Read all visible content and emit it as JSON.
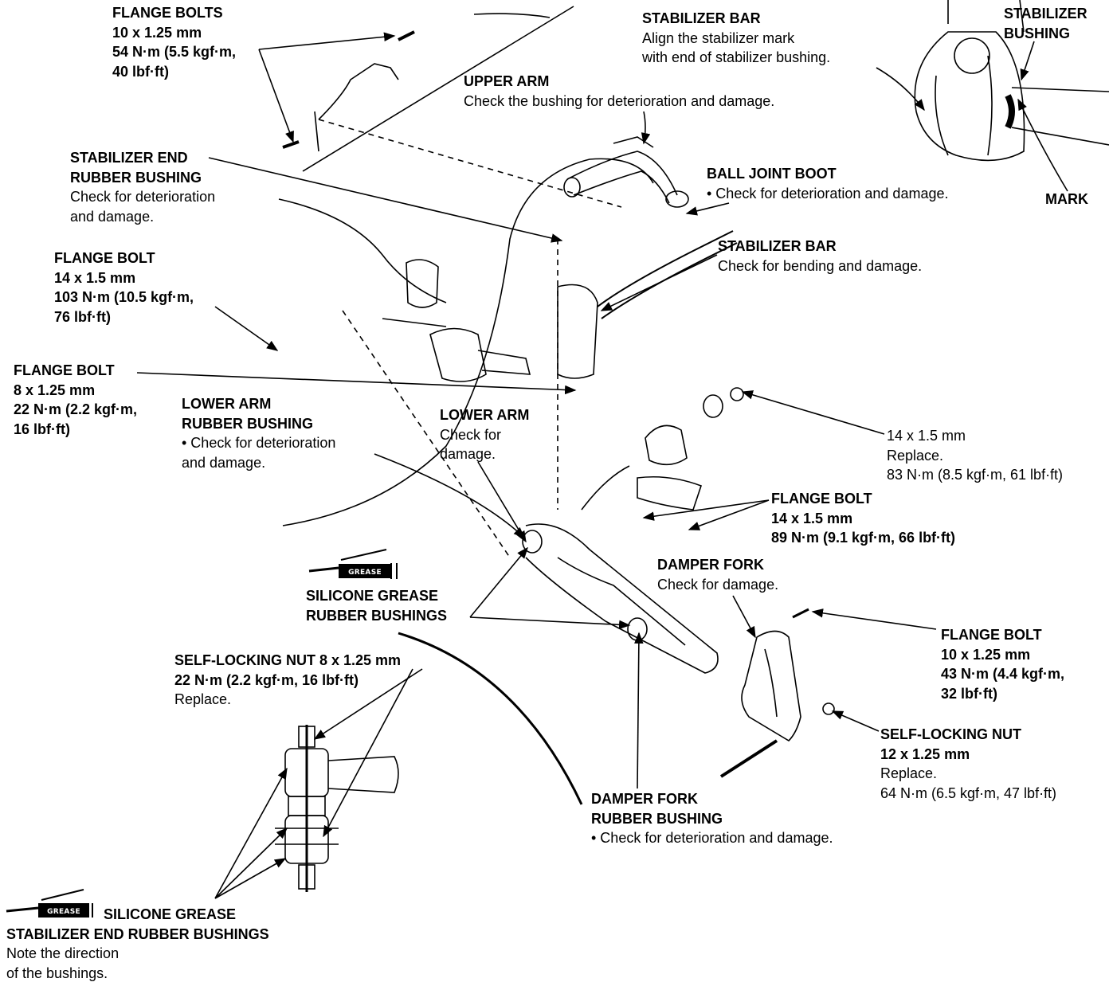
{
  "labels": {
    "flange_bolts_top": {
      "lines": [
        "FLANGE BOLTS",
        "10 x 1.25 mm",
        "54 N·m (5.5 kgf·m,",
        "40 lbf·ft)"
      ]
    },
    "stab_bar_align": {
      "lines": [
        "STABILIZER BAR",
        "Align the stabilizer mark",
        "with end of stabilizer bushing."
      ]
    },
    "stab_bushing": {
      "lines": [
        "STABILIZER",
        "BUSHING"
      ]
    },
    "upper_arm": {
      "lines": [
        "UPPER ARM",
        "Check the bushing for deterioration and damage."
      ]
    },
    "stab_end_rubber": {
      "lines": [
        "STABILIZER END",
        "RUBBER BUSHING",
        "Check for deterioration",
        "and damage."
      ]
    },
    "ball_joint_boot": {
      "lines": [
        "BALL JOINT BOOT",
        "• Check for deterioration and damage."
      ]
    },
    "mark": {
      "lines": [
        "MARK"
      ]
    },
    "stab_bar_check": {
      "lines": [
        "STABILIZER BAR",
        "Check for bending and damage."
      ]
    },
    "flange_bolt_14_103": {
      "lines": [
        "FLANGE BOLT",
        "14 x 1.5 mm",
        "103 N·m (10.5 kgf·m,",
        "76 lbf·ft)"
      ]
    },
    "flange_bolt_8_22": {
      "lines": [
        "FLANGE BOLT",
        "8 x 1.25 mm",
        "22 N·m (2.2 kgf·m,",
        "16 lbf·ft)"
      ]
    },
    "lower_arm_rubber": {
      "lines": [
        "LOWER ARM",
        "RUBBER BUSHING",
        "• Check for deterioration",
        "  and damage."
      ]
    },
    "lower_arm": {
      "lines": [
        "LOWER ARM",
        "Check for",
        "damage."
      ]
    },
    "nut_14_83": {
      "lines": [
        "14 x 1.5 mm",
        "Replace.",
        "83 N·m (8.5 kgf·m, 61 lbf·ft)"
      ]
    },
    "flange_bolt_14_89": {
      "lines": [
        "FLANGE BOLT",
        "14 x 1.5 mm",
        "89 N·m (9.1 kgf·m, 66 lbf·ft)"
      ]
    },
    "damper_fork": {
      "lines": [
        "DAMPER FORK",
        "Check for damage."
      ]
    },
    "silicone_rubber": {
      "lines": [
        "SILICONE GREASE",
        "RUBBER BUSHINGS"
      ]
    },
    "flange_bolt_10_43": {
      "lines": [
        "FLANGE BOLT",
        "10 x 1.25 mm",
        "43 N·m (4.4 kgf·m,",
        "32 lbf·ft)"
      ]
    },
    "self_locking_8": {
      "lines": [
        "SELF-LOCKING NUT 8 x 1.25 mm",
        "22 N·m (2.2 kgf·m, 16 lbf·ft)",
        "Replace."
      ]
    },
    "self_locking_12": {
      "lines": [
        "SELF-LOCKING NUT",
        "12 x 1.25 mm",
        "Replace.",
        "64 N·m (6.5 kgf·m, 47 lbf·ft)"
      ]
    },
    "damper_fork_rubber": {
      "lines": [
        "DAMPER FORK",
        "RUBBER BUSHING",
        "• Check for deterioration and damage."
      ]
    },
    "silicone_stab_end": {
      "lines": [
        "SILICONE GREASE",
        "STABILIZER END RUBBER BUSHINGS",
        "Note the direction",
        "of the bushings."
      ]
    }
  },
  "grease_tag": "GREASE",
  "icons": [
    "grease-gun-icon"
  ]
}
